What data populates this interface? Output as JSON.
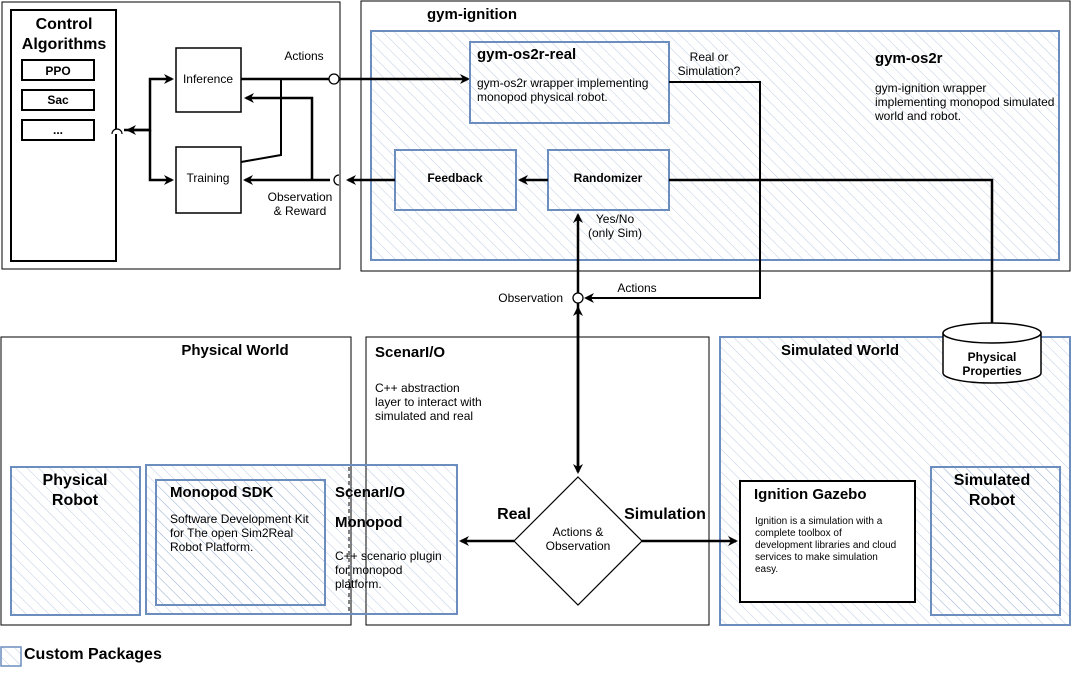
{
  "control": {
    "title_line1": "Control",
    "title_line2": "Algorithms",
    "algo1": "PPO",
    "algo2": "Sac",
    "algo3": "..."
  },
  "inference": "Inference",
  "training": "Training",
  "actions_top": "Actions",
  "observation_reward_line1": "Observation",
  "observation_reward_line2": "& Reward",
  "gym_ignition": {
    "title": "gym-ignition"
  },
  "gym_os2r_real": {
    "title": "gym-os2r-real",
    "desc_line1": "gym-os2r wrapper implementing",
    "desc_line2": "monopod physical robot."
  },
  "real_or_sim_line1": "Real or",
  "real_or_sim_line2": "Simulation?",
  "gym_os2r": {
    "title": "gym-os2r",
    "desc_line1": "gym-ignition wrapper",
    "desc_line2": "implementing monopod simulated",
    "desc_line3": "world and robot."
  },
  "feedback": "Feedback",
  "randomizer": "Randomizer",
  "yes_no_line1": "Yes/No",
  "yes_no_line2": "(only Sim)",
  "observation": "Observation",
  "actions_mid": "Actions",
  "physical_properties_line1": "Physical",
  "physical_properties_line2": "Properties",
  "physical_world": {
    "title": "Physical World"
  },
  "physical_robot_line1": "Physical",
  "physical_robot_line2": "Robot",
  "monopod_sdk": {
    "title": "Monopod SDK",
    "desc_line1": "Software Development Kit",
    "desc_line2": "for The open Sim2Real",
    "desc_line3": "Robot Platform."
  },
  "scenario_monopod": {
    "title_line1": "ScenarI/O",
    "title_line2": "Monopod",
    "desc_line1": "C++ scenario plugin",
    "desc_line2": "for monopod",
    "desc_line3": "platform."
  },
  "scenario_io": {
    "title": "ScenarI/O",
    "desc_line1": "C++ abstraction",
    "desc_line2": "layer to interact with",
    "desc_line3": "simulated and real"
  },
  "decision": {
    "line1": "Actions &",
    "line2": "Observation"
  },
  "real_label": "Real",
  "simulation_label": "Simulation",
  "simulated_world": {
    "title": "Simulated World"
  },
  "ignition_gazebo": {
    "title": "Ignition Gazebo",
    "desc_line1": "Ignition is a simulation with a",
    "desc_line2": "complete toolbox of",
    "desc_line3": "development libraries and cloud",
    "desc_line4": "services to make simulation",
    "desc_line5": "easy."
  },
  "simulated_robot_line1": "Simulated",
  "simulated_robot_line2": "Robot",
  "legend": {
    "label": "Custom Packages"
  },
  "colors": {
    "custom_fill": "#dae8fc",
    "custom_stroke": "#6c8ebf",
    "line": "#000000"
  }
}
